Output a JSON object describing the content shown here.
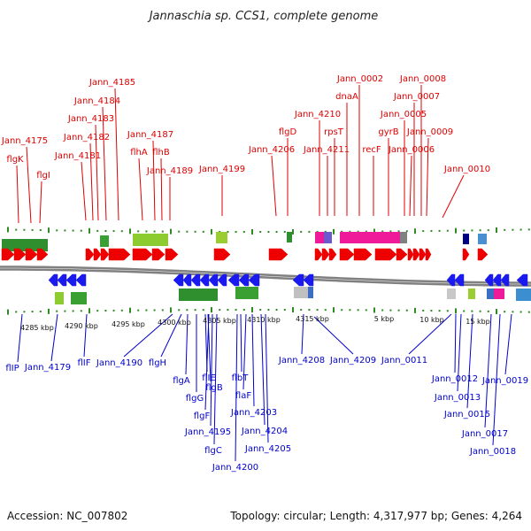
{
  "title": "Jannaschia sp. CCS1, complete genome",
  "footer": {
    "accession": "Accession: NC_007802",
    "topology": "Topology: circular; Length: 4,317,977 bp; Genes: 4,264"
  },
  "colors": {
    "forward": "#ee0000",
    "reverse": "#1a1aee",
    "backbone": "#808080",
    "tick": "#2e8b22",
    "label_top": "#dd0000",
    "label_bottom": "#0000cc"
  },
  "scale_labels": [
    "4285 kbp",
    "4290 kbp",
    "4295 kbp",
    "4300 kbp",
    "4305 kbp",
    "4310 kbp",
    "4315 kbp",
    "5 kbp",
    "10 kbp",
    "15 kbp"
  ],
  "top_labels": [
    "Jann_4175",
    "flgK",
    "flgI",
    "Jann_4181",
    "Jann_4182",
    "Jann_4183",
    "Jann_4184",
    "Jann_4185",
    "flhA",
    "Jann_4187",
    "flhB",
    "Jann_4189",
    "Jann_4199",
    "Jann_4206",
    "flgD",
    "Jann_4210",
    "Jann_4211",
    "rpsT",
    "dnaA",
    "Jann_0002",
    "recF",
    "gyrB",
    "Jann_0005",
    "Jann_0007",
    "Jann_0008",
    "Jann_0006",
    "Jann_0009",
    "Jann_0010"
  ],
  "bottom_labels": [
    "flIP",
    "Jann_4179",
    "flIF",
    "Jann_4190",
    "flgH",
    "flgA",
    "flgG",
    "flIE",
    "flgB",
    "flgF",
    "Jann_4195",
    "flgC",
    "Jann_4200",
    "flbT",
    "flaF",
    "Jann_4203",
    "Jann_4204",
    "Jann_4205",
    "Jann_4208",
    "Jann_4209",
    "Jann_0011",
    "Jann_0012",
    "Jann_0013",
    "Jann_0015",
    "Jann_0017",
    "Jann_0018",
    "Jann_0019"
  ]
}
